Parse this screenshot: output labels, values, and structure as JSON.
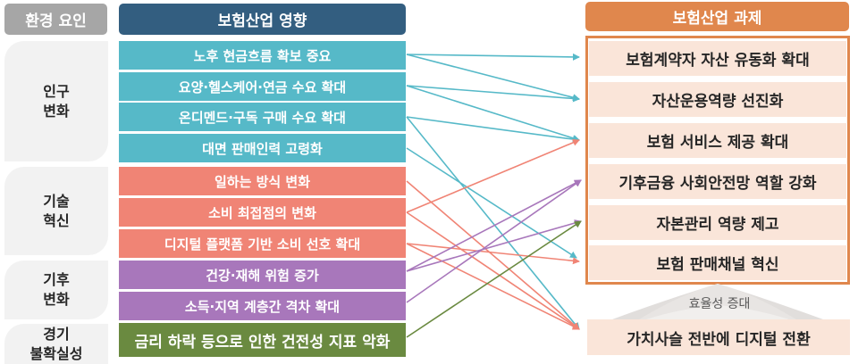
{
  "headers": {
    "environment": "환경 요인",
    "impact": "보험산업 영향",
    "tasks": "보험산업 과제"
  },
  "pillars": [
    {
      "label": "인구\n변화"
    },
    {
      "label": "기술\n혁신"
    },
    {
      "label": "기후\n변화"
    },
    {
      "label": "경기\n불확실성"
    }
  ],
  "impacts": [
    {
      "label": "노후 현금흐름 확보 중요",
      "group": "인구 변화",
      "color": "#56b9c8"
    },
    {
      "label": "요양·헬스케어·연금 수요 확대",
      "group": "인구 변화",
      "color": "#56b9c8"
    },
    {
      "label": "온디멘드·구독 구매 수요 확대",
      "group": "인구 변화",
      "color": "#56b9c8"
    },
    {
      "label": "대면 판매인력 고령화",
      "group": "인구 변화",
      "color": "#56b9c8"
    },
    {
      "label": "일하는 방식 변화",
      "group": "기술 혁신",
      "color": "#f08475"
    },
    {
      "label": "소비 최접점의 변화",
      "group": "기술 혁신",
      "color": "#f08475"
    },
    {
      "label": "디지털 플랫폼 기반 소비 선호 확대",
      "group": "기술 혁신",
      "color": "#f08475"
    },
    {
      "label": "건강·재해 위험 증가",
      "group": "기후 변화",
      "color": "#a877bb"
    },
    {
      "label": "소득·지역 계층간 격차 확대",
      "group": "기후 변화",
      "color": "#a877bb"
    },
    {
      "label": "금리 하락 등으로 인한 건전성 지표 악화",
      "group": "경기 불확실성",
      "color": "#6a8a40"
    }
  ],
  "tasks": [
    {
      "label": "보험계약자 자산 유동화 확대"
    },
    {
      "label": "자산운용역량 선진화"
    },
    {
      "label": "보험 서비스 제공 확대"
    },
    {
      "label": "기후금융 사회안전망 역할 강화"
    },
    {
      "label": "자본관리 역량 제고"
    },
    {
      "label": "보험 판매채널 혁신"
    }
  ],
  "efficiency_label": "효율성 증대",
  "digital_task": "가치사슬 전반에 디지털 전환",
  "colors": {
    "teal": "#56b9c8",
    "salmon": "#f08475",
    "purple": "#a877bb",
    "green": "#6a8a40",
    "orange": "#e0874d",
    "navy": "#335e80",
    "gray": "#a6a6a6"
  },
  "links": [
    {
      "from": 0,
      "to": "task0"
    },
    {
      "from": 0,
      "to": "task1"
    },
    {
      "from": 1,
      "to": "task1"
    },
    {
      "from": 1,
      "to": "task2"
    },
    {
      "from": 2,
      "to": "task2"
    },
    {
      "from": 2,
      "to": "digital"
    },
    {
      "from": 3,
      "to": "task5"
    },
    {
      "from": 4,
      "to": "digital"
    },
    {
      "from": 5,
      "to": "task2"
    },
    {
      "from": 5,
      "to": "digital"
    },
    {
      "from": 6,
      "to": "task5"
    },
    {
      "from": 6,
      "to": "digital"
    },
    {
      "from": 7,
      "to": "task3"
    },
    {
      "from": 7,
      "to": "task4"
    },
    {
      "from": 8,
      "to": "task3"
    },
    {
      "from": 9,
      "to": "task4"
    }
  ]
}
